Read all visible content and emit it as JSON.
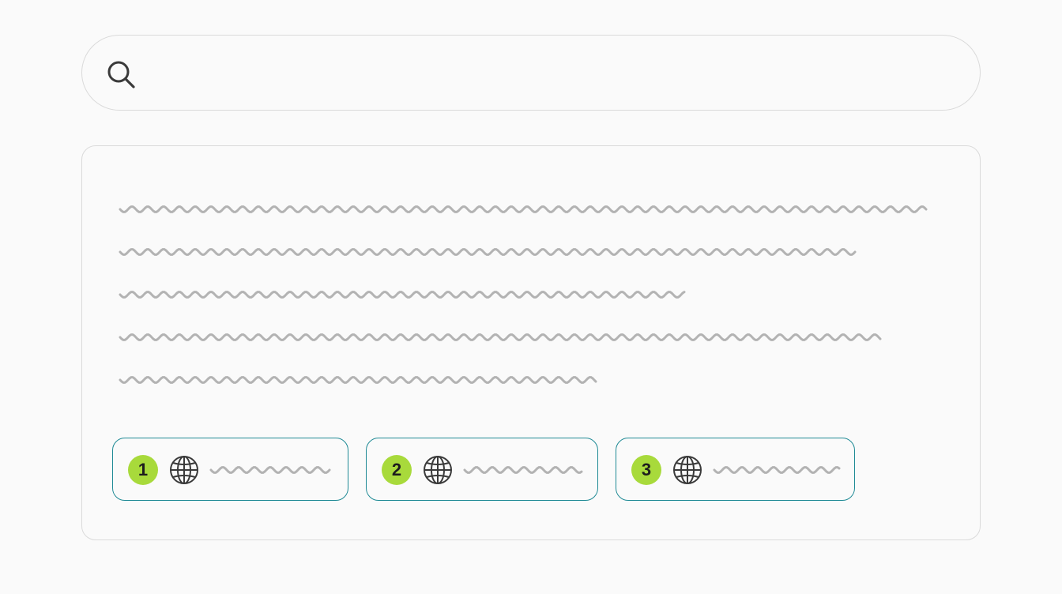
{
  "search": {
    "value": "",
    "placeholder": "",
    "icon": "search-icon"
  },
  "answer": {
    "line_count": 5,
    "color": "#b3b3b3"
  },
  "citations": [
    {
      "number": "1",
      "icon": "globe-icon"
    },
    {
      "number": "2",
      "icon": "globe-icon"
    },
    {
      "number": "3",
      "icon": "globe-icon"
    }
  ],
  "colors": {
    "accent": "#a8da3b",
    "chip_border": "#1f8a95",
    "border": "#dadada",
    "icon": "#3a3a3a"
  }
}
